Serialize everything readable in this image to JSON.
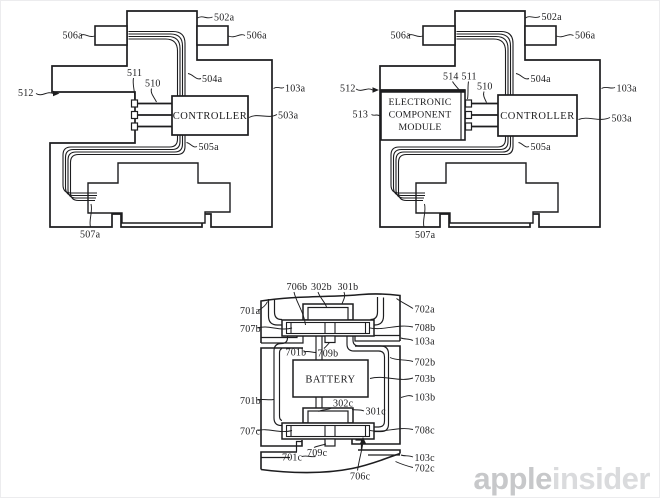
{
  "meta": {
    "sheet_background": "#ffffff",
    "line_color": "#1d1d1f",
    "border_color": "#ececee"
  },
  "fig_controller": {
    "controller_label": "CONTROLLER",
    "labels": {
      "502a": "502a",
      "506a_left": "506a",
      "506a_right": "506a",
      "512": "512",
      "511": "511",
      "510": "510",
      "504a": "504a",
      "103a": "103a",
      "503a": "503a",
      "505a": "505a",
      "507a": "507a"
    }
  },
  "fig_module": {
    "controller_label": "CONTROLLER",
    "module_line1": "ELECTRONIC",
    "module_line2": "COMPONENT",
    "module_line3": "MODULE",
    "labels": {
      "502a": "502a",
      "506a_left": "506a",
      "506a_right": "506a",
      "512": "512",
      "513": "513",
      "514": "514",
      "511": "511",
      "510": "510",
      "504a": "504a",
      "103a": "103a",
      "503a": "503a",
      "505a": "505a",
      "507a": "507a"
    }
  },
  "fig_battery": {
    "battery_label": "BATTERY",
    "labels": {
      "706b": "706b",
      "302b": "302b",
      "301b": "301b",
      "701a": "701a",
      "702a": "702a",
      "707b": "707b",
      "708b": "708b",
      "103a": "103a",
      "701b_upper": "701b",
      "709b": "709b",
      "702b": "702b",
      "703b": "703b",
      "701b_side": "701b",
      "103b": "103b",
      "302c": "302c",
      "301c": "301c",
      "707c": "707c",
      "708c": "708c",
      "701c": "701c",
      "709c": "709c",
      "103c": "103c",
      "702c": "702c",
      "706c": "706c"
    }
  },
  "watermark": {
    "brand_primary": "apple",
    "brand_secondary": "insider"
  }
}
